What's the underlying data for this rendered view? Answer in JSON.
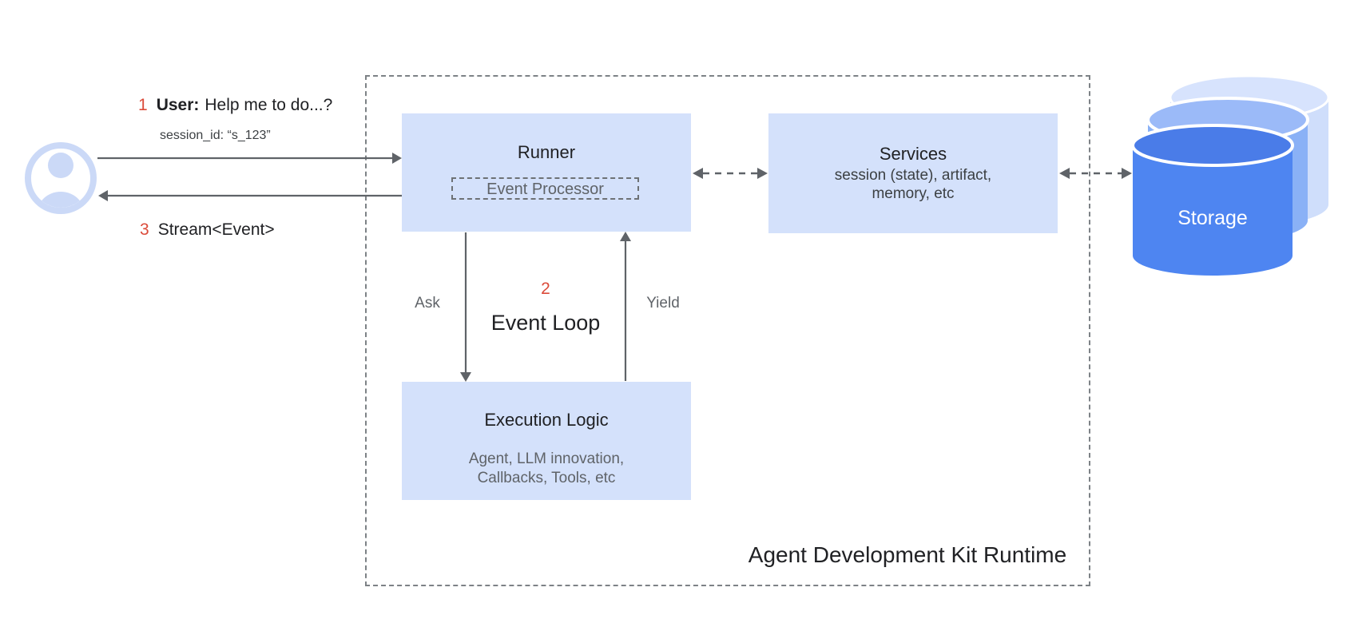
{
  "colors": {
    "box_fill": "#d4e1fb",
    "accent_red": "#db4b3a",
    "text_dark": "#202124",
    "text_gray": "#5f6368",
    "arrow_gray": "#5f6368",
    "dash_border": "#7d8286",
    "avatar_blue": "#cbd9f7",
    "storage_front": "#4e85f1",
    "storage_front_top": "#4a7ce8",
    "storage_mid": "#8ab1f6",
    "storage_mid_top": "#9bbaf8",
    "storage_back": "#cfdefb",
    "storage_back_top": "#d7e3fd",
    "storage_text": "#ffffff"
  },
  "user_flow": {
    "step1": {
      "number": "1",
      "speaker": "User:",
      "message": "Help me to do...?"
    },
    "session_line": "session_id: “s_123”",
    "step3": {
      "number": "3",
      "message": "Stream<Event>"
    }
  },
  "runtime": {
    "label": "Agent Development Kit Runtime",
    "runner": {
      "title": "Runner",
      "processor": "Event Processor"
    },
    "services": {
      "title": "Services",
      "subtitle_line1": "session (state), artifact,",
      "subtitle_line2": "memory, etc"
    },
    "execution": {
      "title": "Execution Logic",
      "subtitle_line1": "Agent, LLM innovation,",
      "subtitle_line2": "Callbacks, Tools, etc"
    },
    "event_loop": {
      "number": "2",
      "label": "Event Loop",
      "ask": "Ask",
      "yield": "Yield"
    }
  },
  "storage": {
    "label": "Storage"
  }
}
